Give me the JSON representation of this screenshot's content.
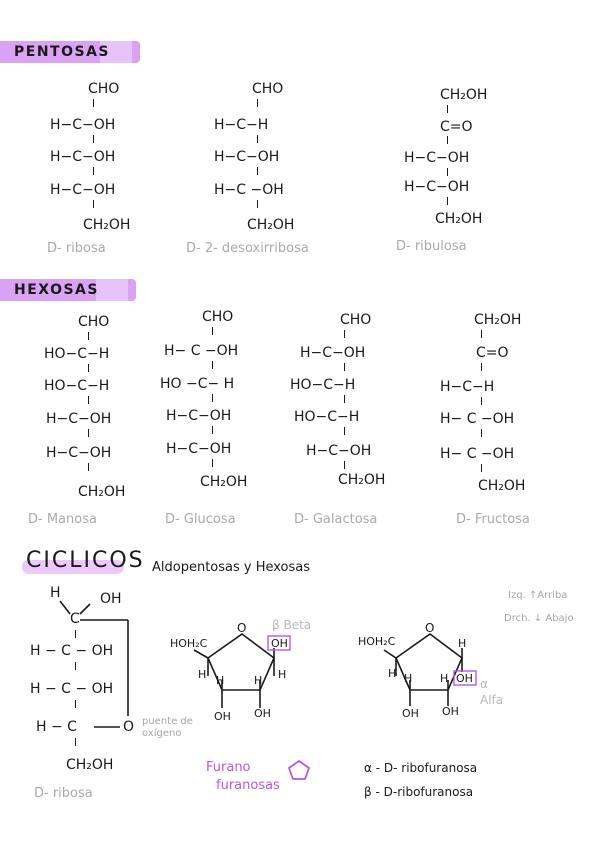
{
  "pentosas_title": "PENTOSAS",
  "hexosas_title": "HEXOSAS",
  "pentoses": [
    {
      "rows": [
        "CHO",
        "H−C−OH",
        "H−C−OH",
        "H−C−OH",
        "CH₂OH"
      ],
      "caption": "D- ribosa"
    },
    {
      "rows": [
        "CHO",
        "H−C−H",
        "H−C−OH",
        "H−C −OH",
        "CH₂OH"
      ],
      "caption": "D- 2- desoxirribosa"
    },
    {
      "rows": [
        "CH₂OH",
        "C=O",
        "H−C−OH",
        "H−C−OH",
        "CH₂OH"
      ],
      "caption": "D- ribulosa"
    }
  ],
  "hexoses": [
    {
      "rows": [
        "CHO",
        "HO−C−H",
        "HO−C−H",
        "H−C−OH",
        "H−C−OH",
        "CH₂OH"
      ],
      "caption": "D- Manosa"
    },
    {
      "rows": [
        "CHO",
        "H− C −OH",
        "HO −C− H",
        "H−C−OH",
        "H−C−OH",
        "CH₂OH"
      ],
      "caption": "D- Glucosa"
    },
    {
      "rows": [
        "CHO",
        "H−C−OH",
        "HO−C−H",
        "HO−C−H",
        "H−C−OH",
        "CH₂OH"
      ],
      "caption": "D- Galactosa"
    },
    {
      "rows": [
        "CH₂OH",
        "C=O",
        "H−C−H",
        "H− C −OH",
        "H− C −OH",
        "CH₂OH"
      ],
      "caption": "D- Fructosa"
    }
  ],
  "ciclicos": {
    "title": "CICLICOS",
    "subtitle": "Aldopentosas y Hexosas",
    "open_chain": {
      "top_left": "H",
      "top_right": "OH",
      "rows": [
        "C",
        "H − C − OH",
        "H − C − OH",
        "H − C",
        "CH₂OH"
      ],
      "o_label": "O",
      "bridge_note": "puente de oxígeno",
      "caption": "D- ribosa"
    },
    "beta_ring": {
      "ch2oh": "HOH₂C",
      "o": "O",
      "oh_box": "OH",
      "h_left": "H",
      "h_c3": "H",
      "h_c2": "H",
      "h_right": "H",
      "oh_c3": "OH",
      "oh_c2": "OH",
      "label": "β Beta"
    },
    "alpha_ring": {
      "ch2oh": "HOH₂C",
      "o": "O",
      "h_top": "H",
      "h_left": "H",
      "h_c3": "H",
      "h_c2": "H",
      "oh_box": "OH",
      "oh_c3": "OH",
      "oh_c2": "OH",
      "label": "α Alfa"
    },
    "orientation_note": [
      "Izq. ↑Arriba",
      "Drch. ↓ Abajo"
    ],
    "furano": [
      "Furano",
      "furanosas"
    ],
    "names": [
      "α - D- ribofuranosa",
      "β - D-ribofuranosa"
    ]
  }
}
